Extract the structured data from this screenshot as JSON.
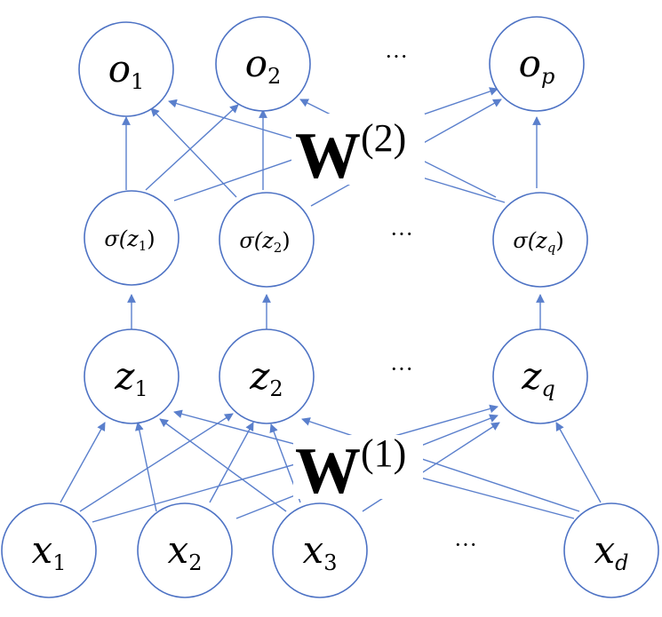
{
  "layers": {
    "output": [
      {
        "base": "o",
        "sub": "1"
      },
      {
        "base": "o",
        "sub": "2"
      },
      {
        "base": "o",
        "sub": "p"
      }
    ],
    "activation": [
      {
        "base": "σ(z",
        "sub": "1",
        "tail": ")"
      },
      {
        "base": "σ(z",
        "sub": "2",
        "tail": ")"
      },
      {
        "base": "σ(z",
        "sub": "q",
        "tail": ")"
      }
    ],
    "hidden": [
      {
        "base": "z",
        "sub": "1"
      },
      {
        "base": "z",
        "sub": "2"
      },
      {
        "base": "z",
        "sub": "q"
      }
    ],
    "input": [
      {
        "base": "x",
        "sub": "1"
      },
      {
        "base": "x",
        "sub": "2"
      },
      {
        "base": "x",
        "sub": "3"
      },
      {
        "base": "x",
        "sub": "d"
      }
    ]
  },
  "ellipsis": "···",
  "weights": {
    "w2": {
      "main": "W",
      "sup": "(2)"
    },
    "w1": {
      "main": "W",
      "sup": "(1)"
    }
  },
  "colors": {
    "edge": "#5a7fcc",
    "node_stroke": "#4d72c4"
  }
}
